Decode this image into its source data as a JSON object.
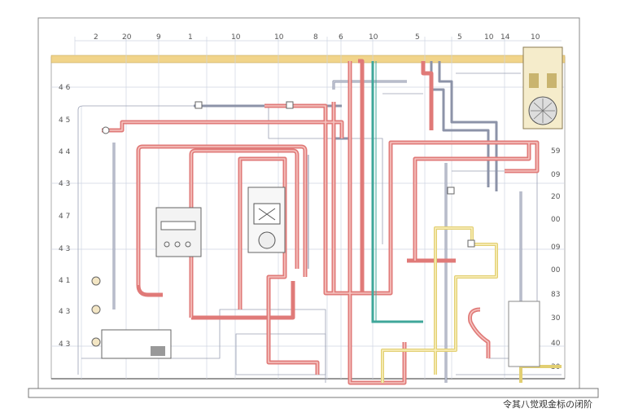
{
  "diagram": {
    "caption": "令其八觉观金标の闭阶",
    "top_dimensions": [
      "2",
      "20",
      "9",
      "1",
      "10",
      "10",
      "8",
      "6",
      "10",
      "5",
      "5",
      "10",
      "14",
      "10"
    ],
    "left_levels": [
      "4 6",
      "4 5",
      "4 4",
      "4 3",
      "4 7",
      "4 3",
      "4 1",
      "4 3",
      "4 3"
    ],
    "right_levels": [
      "59",
      "09",
      "20",
      "00",
      "09",
      "00",
      "83",
      "30",
      "40",
      "30"
    ],
    "colors": {
      "hot_pipe": "#e07a78",
      "cold_pipe": "#8c93a8",
      "gas_pipe": "#e2cf72",
      "return_pipe": "#3fa79a",
      "header_bar": "#f1d48a"
    }
  }
}
